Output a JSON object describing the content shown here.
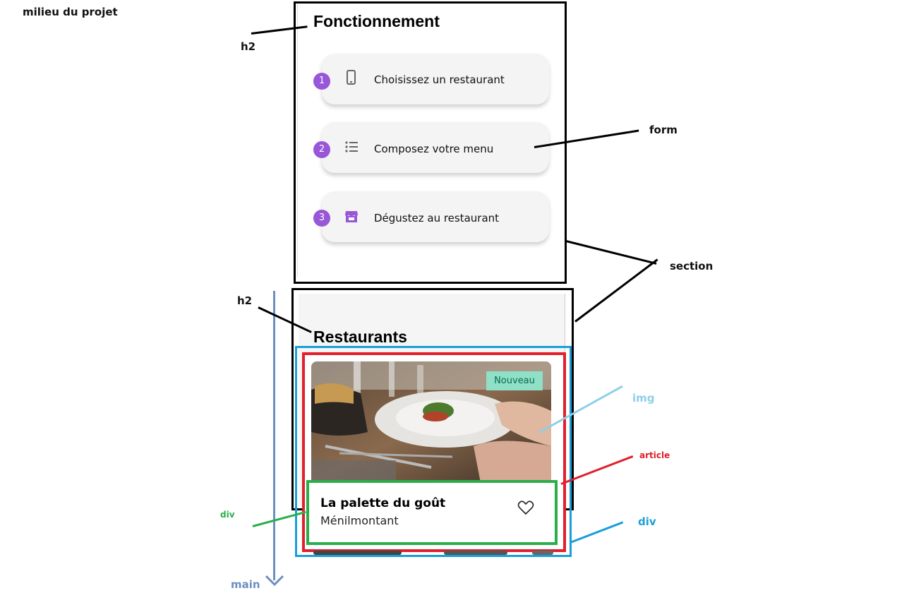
{
  "corner_note": "milieu du projet",
  "annotations": {
    "h2_top": "h2",
    "form": "form",
    "section": "section",
    "h2_bottom": "h2",
    "img": "img",
    "article": "article",
    "div_green": "div",
    "div_blue": "div",
    "main": "main"
  },
  "colors": {
    "section_border": "#000000",
    "div_blue": "#1a9fd8",
    "article_red": "#e0202c",
    "div_green": "#2aae4a",
    "img_label": "#8ecfe8",
    "main_arrow": "#6c8fc0",
    "step_badge": "#9856d8",
    "badge_bg": "#8fe0c6"
  },
  "how_it_works": {
    "title": "Fonctionnement",
    "steps": [
      {
        "num": "1",
        "icon": "smartphone-icon",
        "label": "Choisissez un restaurant"
      },
      {
        "num": "2",
        "icon": "list-icon",
        "label": "Composez votre menu"
      },
      {
        "num": "3",
        "icon": "storefront-icon",
        "label": "Dégustez au restaurant"
      }
    ]
  },
  "restaurants": {
    "title": "Restaurants",
    "card": {
      "badge": "Nouveau",
      "name": "La palette du goût",
      "location": "Ménilmontant",
      "favorite_icon": "heart-outline-icon"
    }
  }
}
